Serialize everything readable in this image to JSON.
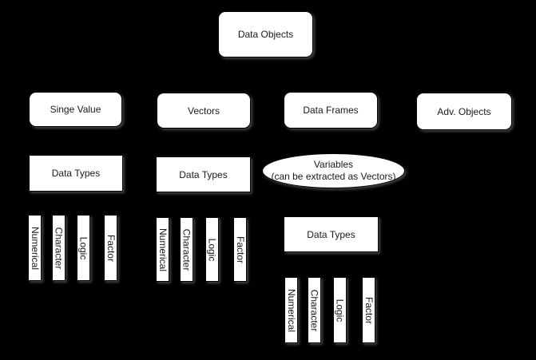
{
  "diagram": {
    "background_color": "#000000",
    "node_fill_color": "#ffffff",
    "node_text_color": "#1a1a1a",
    "root": {
      "label": "Data Objects"
    },
    "categories": [
      {
        "label": "Singe Value"
      },
      {
        "label": "Vectors"
      },
      {
        "label": "Data Frames"
      },
      {
        "label": "Adv. Objects"
      }
    ],
    "data_types_boxes": [
      {
        "label": "Data Types"
      },
      {
        "label": "Data Types"
      },
      {
        "label": "Data Types"
      }
    ],
    "variables_ellipse": {
      "line1": "Variables",
      "line2": "(can be extracted as Vectors)"
    },
    "type_groups": [
      {
        "types": [
          "Numerical",
          "Character",
          "Logic",
          "Factor"
        ]
      },
      {
        "types": [
          "Numerical",
          "Character",
          "Logic",
          "Factor"
        ]
      },
      {
        "types": [
          "Numerical",
          "Character",
          "Logic",
          "Factor"
        ]
      }
    ]
  }
}
